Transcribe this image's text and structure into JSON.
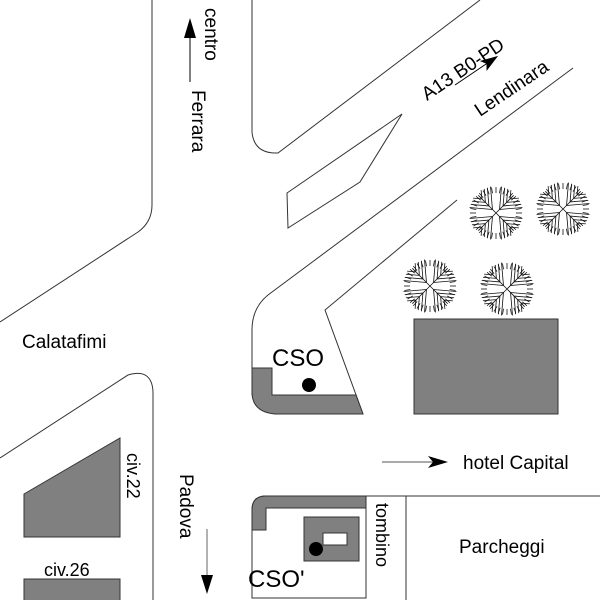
{
  "map": {
    "streets": {
      "calatafimi": "Calatafimi",
      "ferrara": "Ferrara",
      "centro": "centro",
      "padova": "Padova",
      "a13": "A13 B0-PD",
      "lendinara": "Lendinara",
      "hotel": "hotel Capital"
    },
    "places": {
      "cso": "CSO",
      "cso_prime": "CSO'",
      "tombino": "tombino",
      "parcheggi": "Parcheggi",
      "civ22": "civ.22",
      "civ26": "civ.26"
    },
    "colors": {
      "building": "#808080",
      "line": "#333333",
      "marker": "#000000"
    },
    "icons": [
      "arrow-up-icon",
      "arrow-right-icon",
      "arrow-down-icon",
      "tree-icon",
      "location-dot-icon"
    ]
  }
}
